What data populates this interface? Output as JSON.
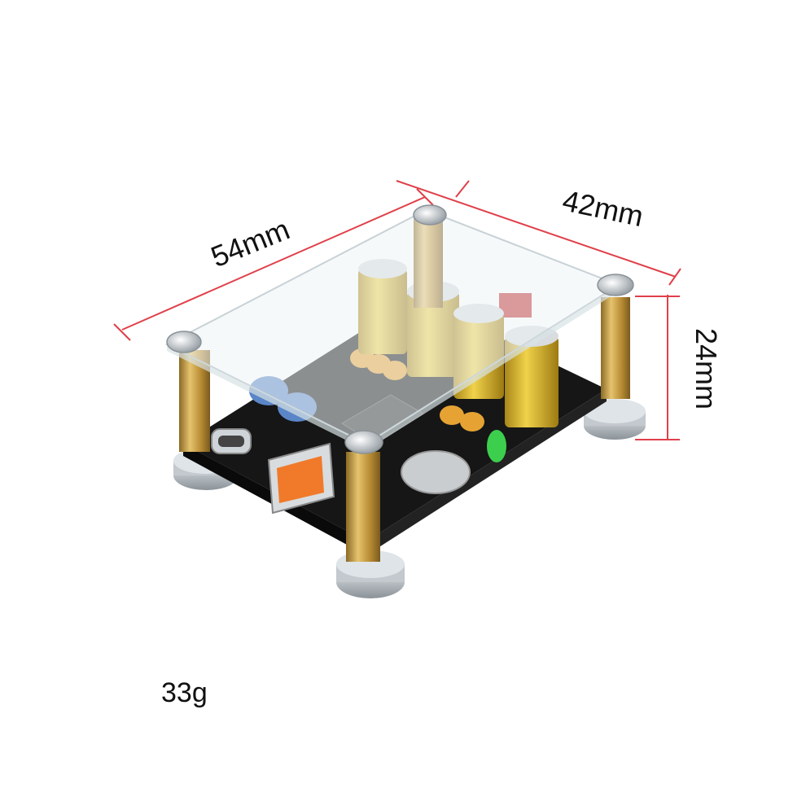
{
  "dimensions": {
    "length": "54mm",
    "width": "42mm",
    "height": "24mm"
  },
  "weight": "33g",
  "colors": {
    "dimension_line": "#e0404a",
    "pcb": "#1b1b1b",
    "capacitor": "#d9b52b",
    "standoff": "#c9a24a",
    "acrylic": "#eef4f6"
  }
}
